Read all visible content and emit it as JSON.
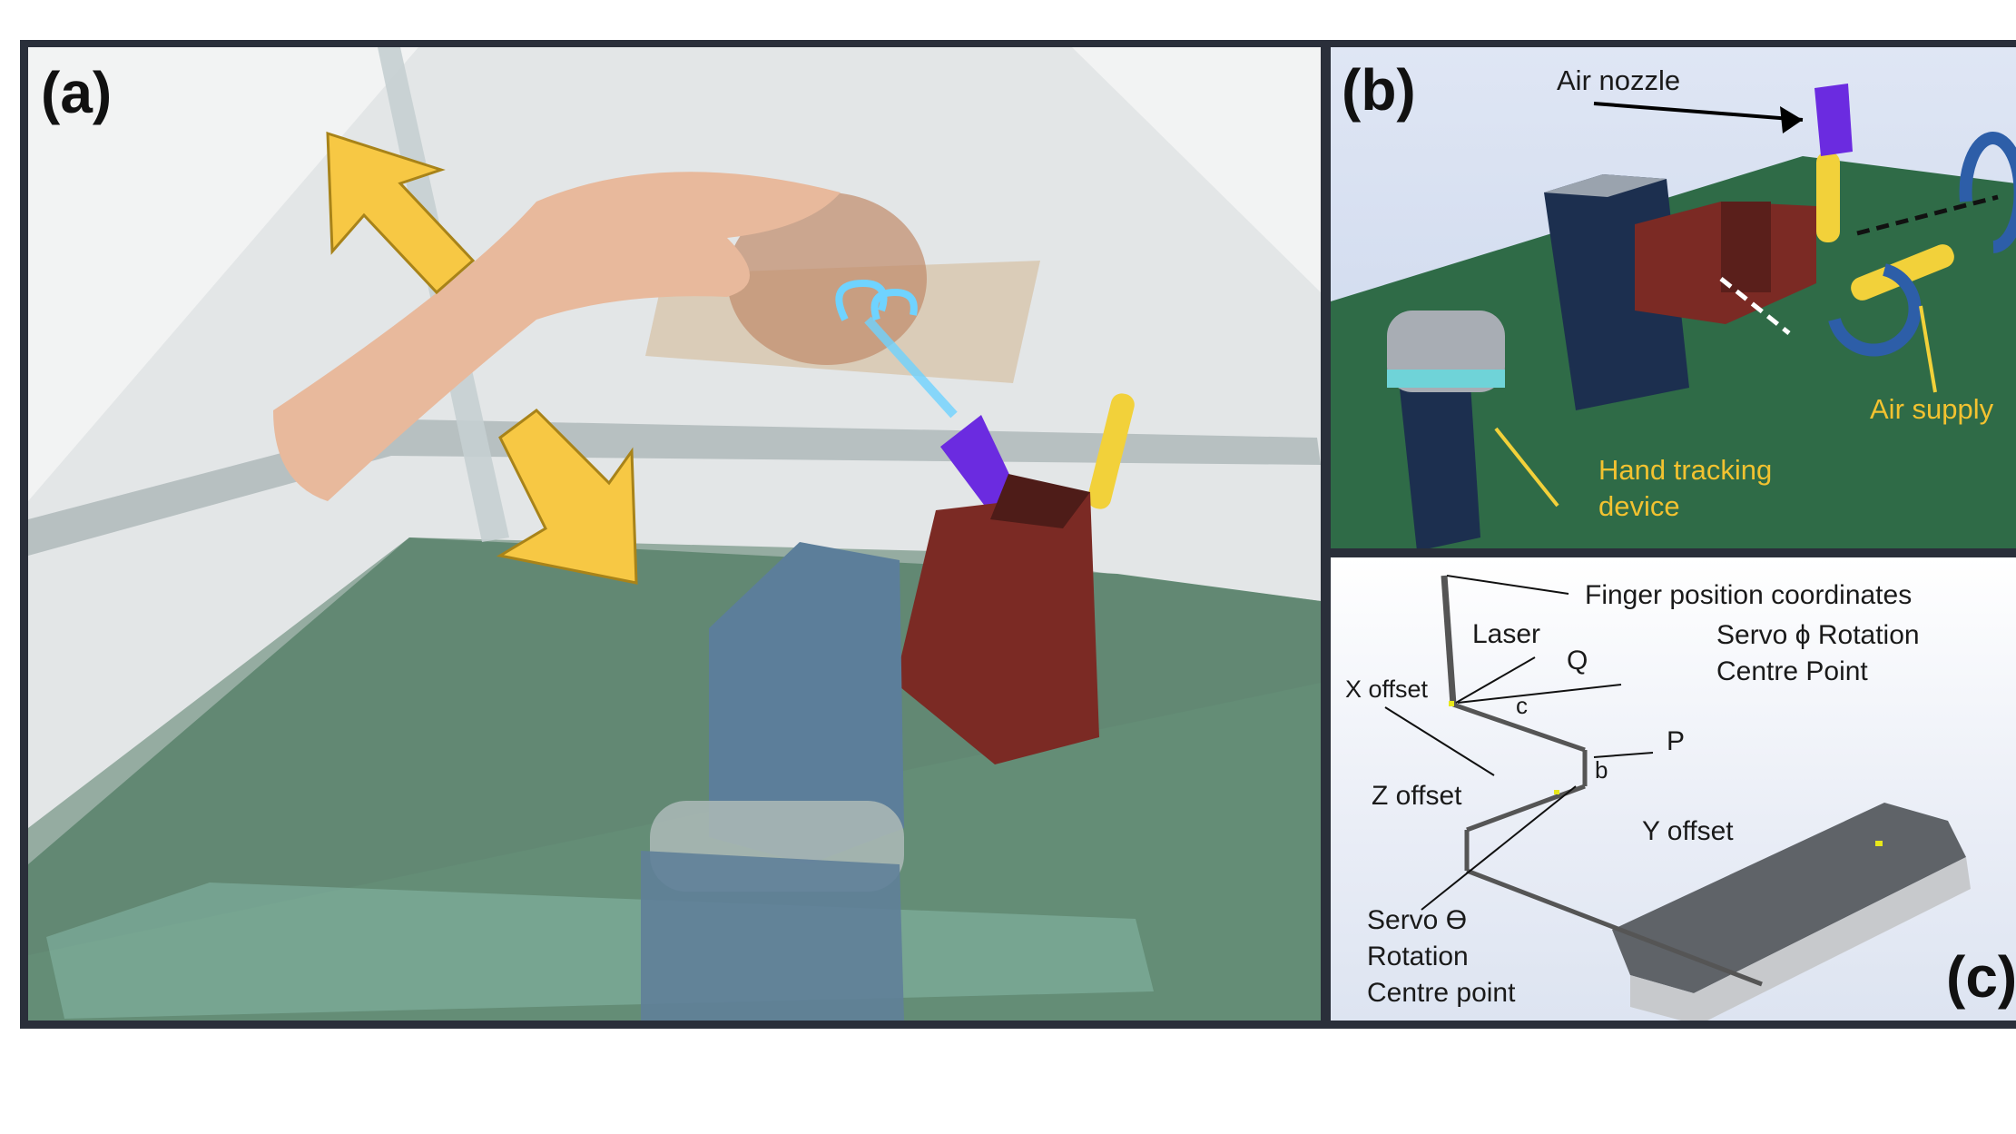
{
  "panels": {
    "a": {
      "label": "(a)"
    },
    "b": {
      "label": "(b)",
      "air_nozzle": "Air nozzle",
      "air_supply": "Air supply",
      "hand_tracking_line1": "Hand tracking",
      "hand_tracking_line2": "device"
    },
    "c": {
      "label": "(c)",
      "finger_position": "Finger position coordinates",
      "laser": "Laser",
      "q": "Q",
      "servo_phi_line1": "Servo ϕ Rotation",
      "servo_phi_line2": "Centre Point",
      "x_offset": "X offset",
      "c": "c",
      "p": "P",
      "b": "b",
      "z_offset": "Z offset",
      "y_offset": "Y offset",
      "servo_theta_line1": "Servo ϴ",
      "servo_theta_line2": "Rotation",
      "servo_theta_line3": "Centre point"
    }
  },
  "colors": {
    "arrow_yellow": "#f7c844",
    "nozzle_purple": "#6b2be0",
    "servo_red": "#7b2a24",
    "block_navy": "#1c2f4f",
    "ground_green": "#2f6b47",
    "rotation_blue": "#2d5ea8",
    "label_yellow": "#f2c230"
  }
}
